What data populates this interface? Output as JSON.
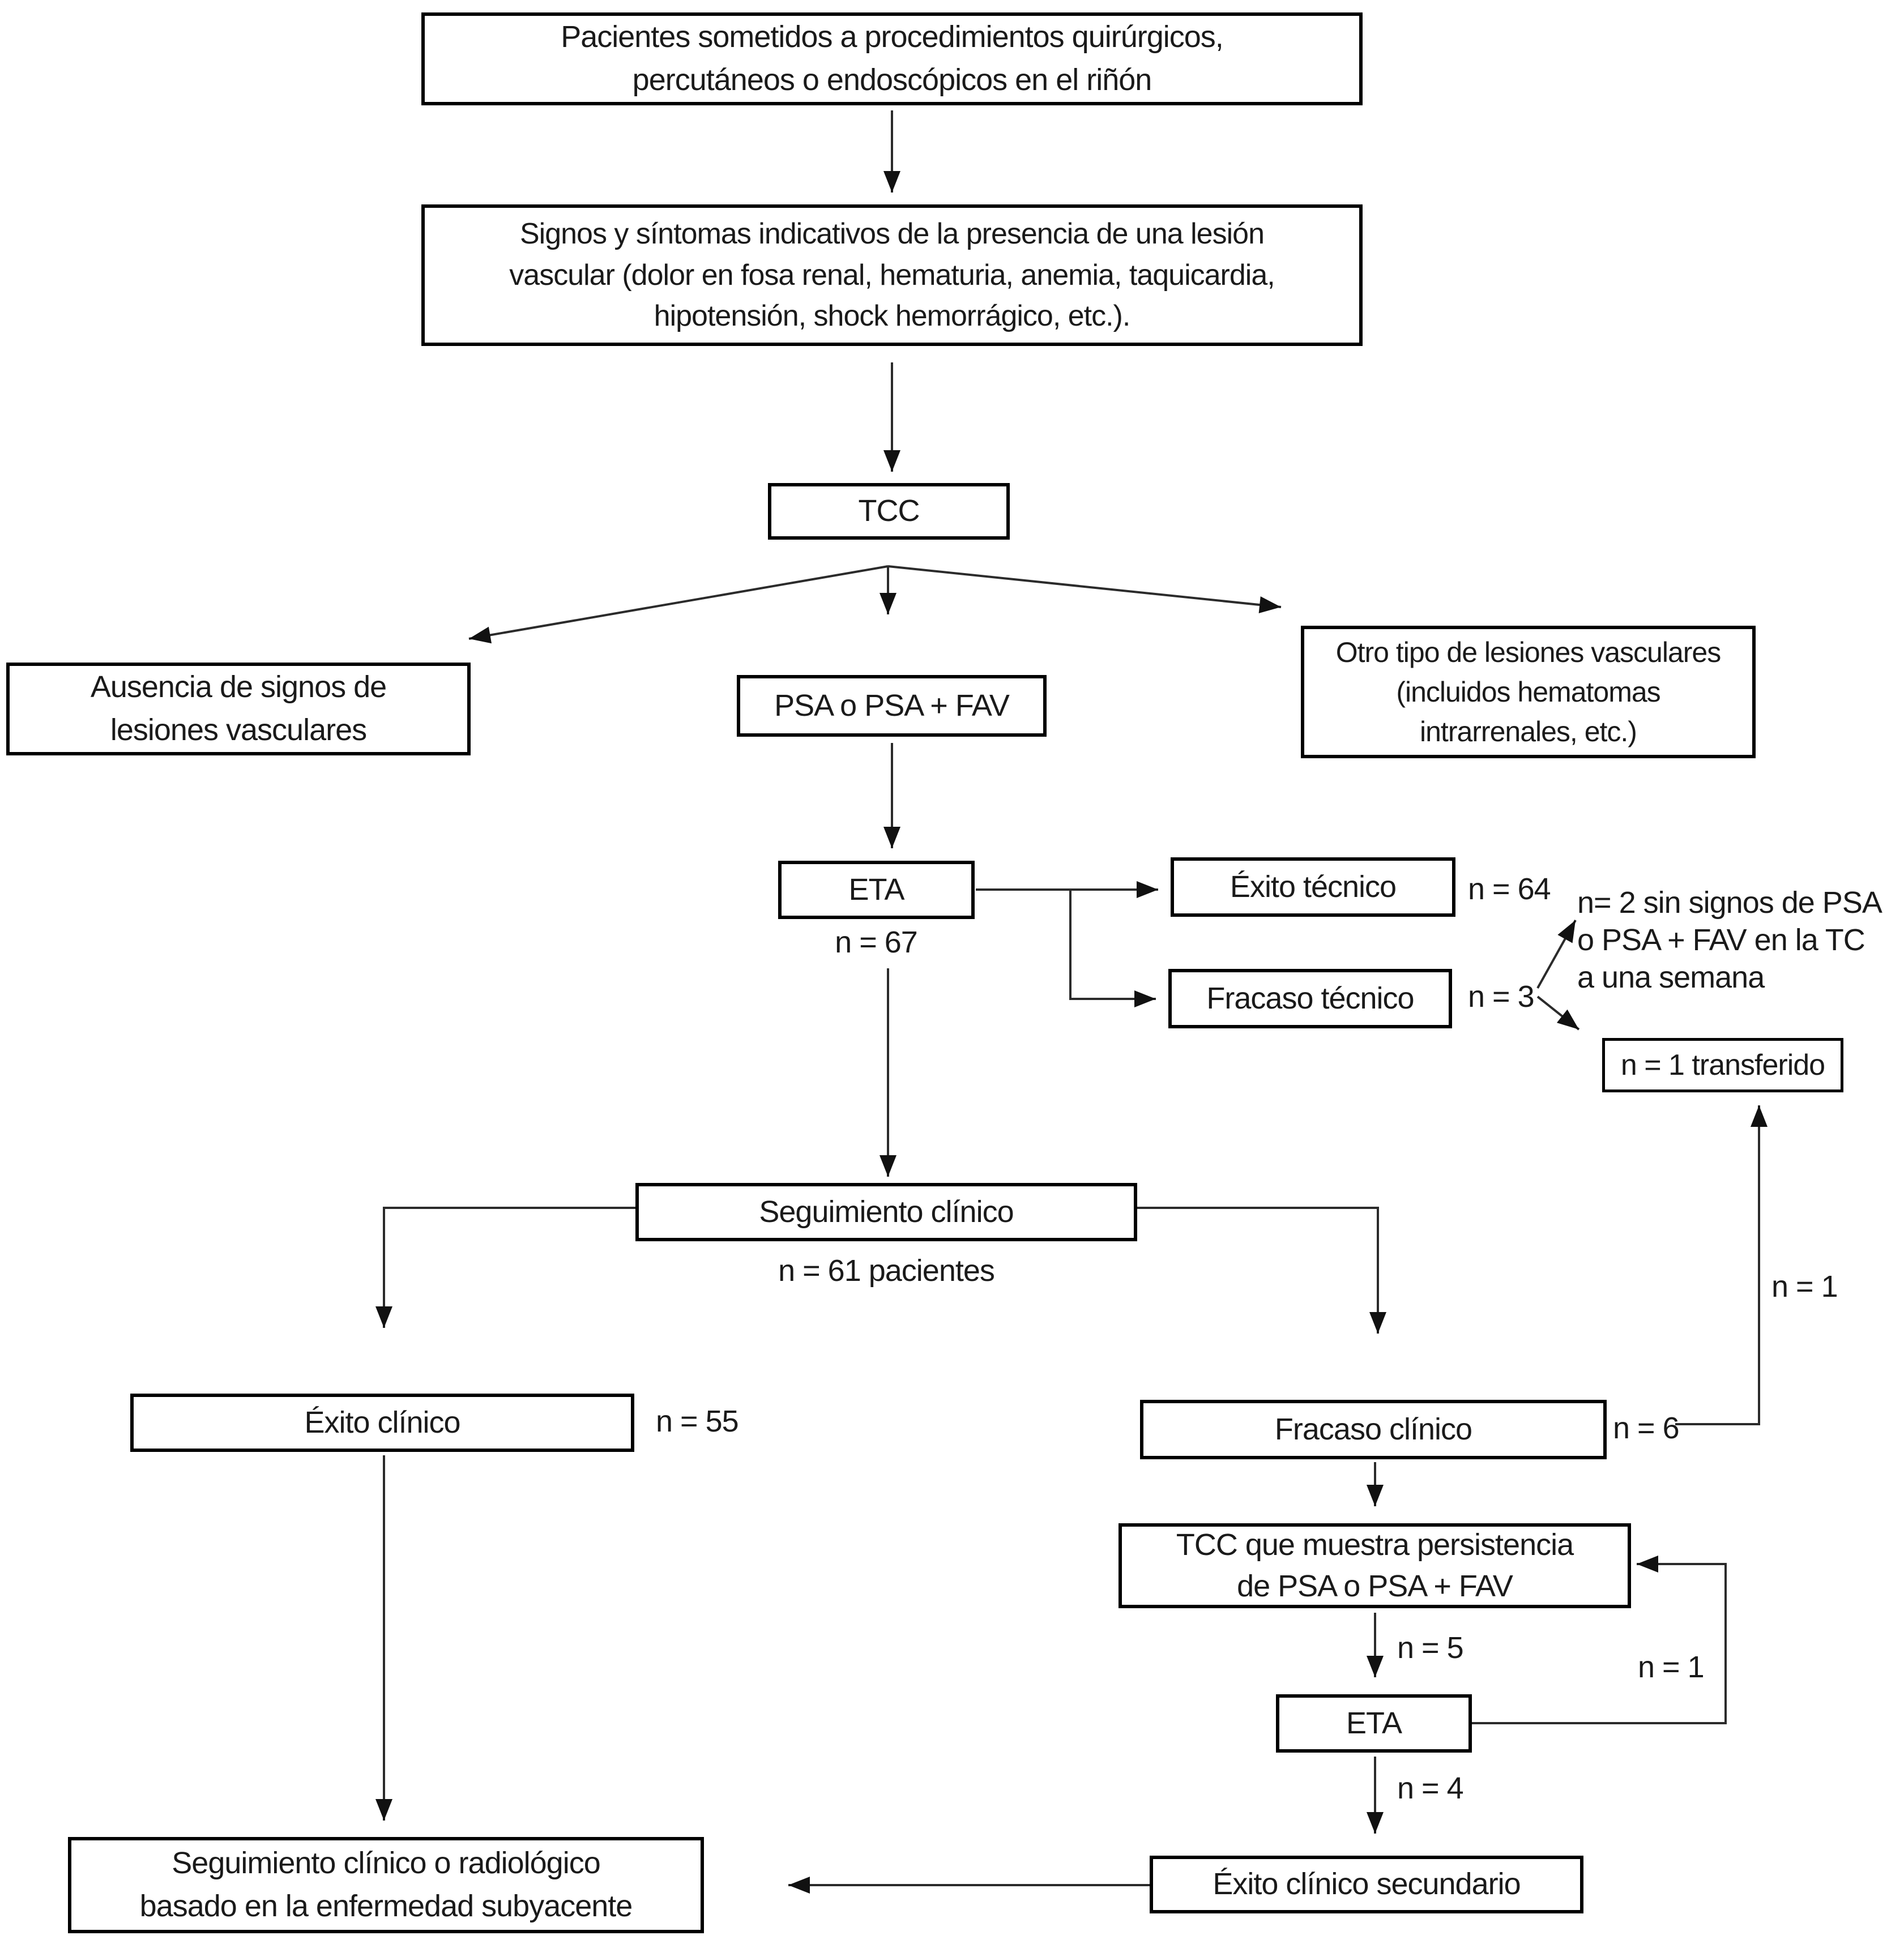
{
  "diagram_title": "Flujograma de pacientes con lesiones vasculares renales",
  "nodes": {
    "pacientes": "Pacientes sometidos a procedimientos quirúrgicos,\npercutáneos o endoscópicos en el riñón",
    "signos": "Signos y síntomas indicativos de la presencia de una lesión\nvascular (dolor en fosa renal, hematuria, anemia, taquicardia,\nhipotensión, shock hemorrágico, etc.).",
    "tcc": "TCC",
    "ausencia": "Ausencia de signos de\nlesiones vasculares",
    "psa": "PSA o PSA + FAV",
    "otro": "Otro tipo de lesiones vasculares\n(incluidos hematomas\nintrarrenales, etc.)",
    "eta1": "ETA",
    "exito_tecnico": "Éxito técnico",
    "fracaso_tecnico": "Fracaso técnico",
    "transferido": "n = 1 transferido",
    "seguimiento": "Seguimiento clínico",
    "exito_clinico": "Éxito clínico",
    "fracaso_clinico": "Fracaso clínico",
    "tcc_persistencia": "TCC que muestra persistencia\nde PSA o PSA + FAV",
    "eta2": "ETA",
    "exito_secundario": "Éxito clínico secundario",
    "seguimiento_final": "Seguimiento clínico o radiológico\nbasado en la enfermedad subyacente"
  },
  "labels": {
    "n67": "n = 67",
    "n64": "n = 64",
    "n3": "n = 3",
    "sin_signos": "n= 2 sin signos de PSA\no PSA + FAV en la TC\na una semana",
    "n1_right": "n = 1",
    "n61": "n = 61 pacientes",
    "n55": "n = 55",
    "n6": "n = 6",
    "n5": "n = 5",
    "n1_loop": "n = 1",
    "n4": "n = 4"
  },
  "colors": {
    "line": "#2b2b2b",
    "border": "#000000",
    "background": "#ffffff",
    "text": "#1a1a1a"
  }
}
